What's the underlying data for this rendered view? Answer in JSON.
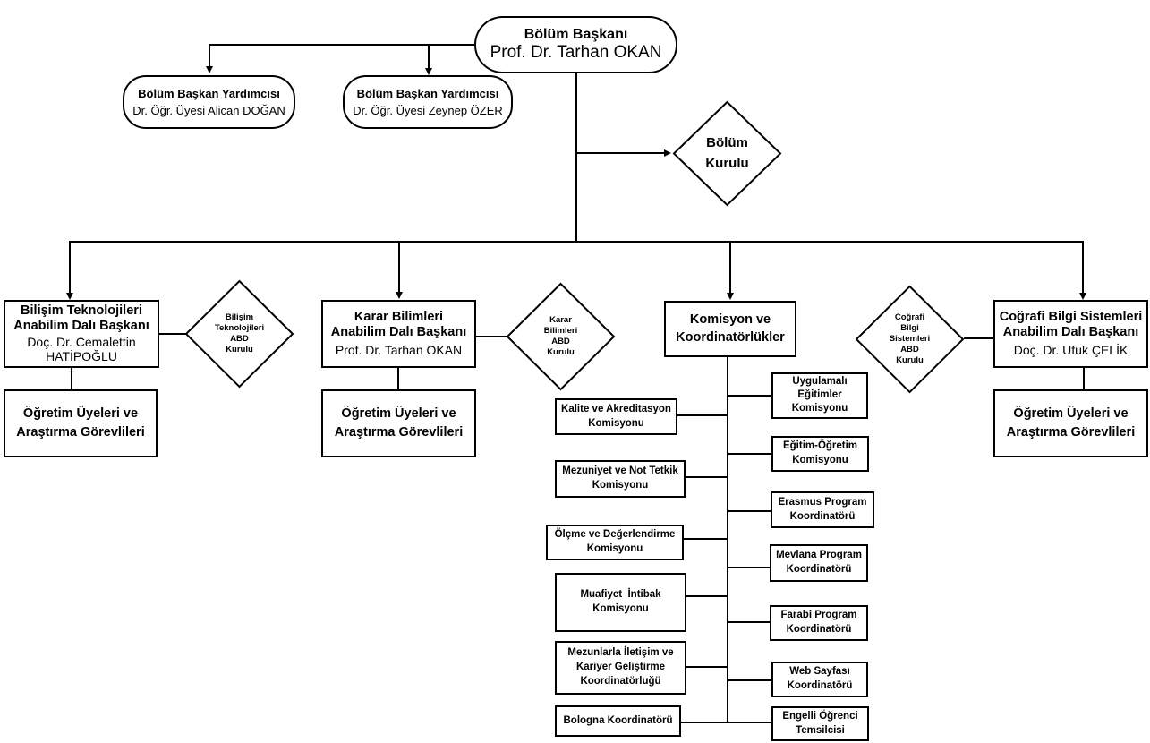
{
  "head": {
    "title": "Bölüm Başkanı",
    "name": "Prof. Dr. Tarhan OKAN"
  },
  "deputies": [
    {
      "title": "Bölüm Başkan Yardımcısı",
      "name": "Dr. Öğr. Üyesi Alican DOĞAN"
    },
    {
      "title": "Bölüm Başkan Yardımcısı",
      "name": "Dr. Öğr. Üyesi Zeynep ÖZER"
    }
  ],
  "council": {
    "line1": "Bölüm",
    "line2": "Kurulu"
  },
  "departments": {
    "bilisim": {
      "head_title_1": "Bilişim Teknolojileri",
      "head_title_2": "Anabilim Dalı Başkanı",
      "head_name_1": "Doç. Dr. Cemalettin",
      "head_name_2": "HATİPOĞLU",
      "council": [
        "Bilişim",
        "Teknolojileri",
        "ABD",
        "Kurulu"
      ],
      "staff_1": "Öğretim Üyeleri ve",
      "staff_2": "Araştırma Görevlileri"
    },
    "karar": {
      "head_title_1": "Karar Bilimleri",
      "head_title_2": "Anabilim Dalı Başkanı",
      "head_name": "Prof. Dr. Tarhan OKAN",
      "council": [
        "Karar",
        "Bilimleri",
        "ABD",
        "Kurulu"
      ],
      "staff_1": "Öğretim Üyeleri ve",
      "staff_2": "Araştırma Görevlileri"
    },
    "cbs": {
      "head_title_1": "Coğrafi Bilgi Sistemleri",
      "head_title_2": "Anabilim Dalı Başkanı",
      "head_name": "Doç. Dr. Ufuk ÇELİK",
      "council": [
        "Coğrafi",
        "Bilgi",
        "Sistemleri",
        "ABD",
        "Kurulu"
      ],
      "staff_1": "Öğretim Üyeleri ve",
      "staff_2": "Araştırma Görevlileri"
    }
  },
  "committees": {
    "title_1": "Komisyon ve",
    "title_2": "Koordinatörlükler",
    "left": [
      [
        "Kalite ve Akreditasyon",
        "Komisyonu"
      ],
      [
        "Mezuniyet ve Not Tetkik",
        "Komisyonu"
      ],
      [
        "Ölçme ve Değerlendirme",
        "Komisyonu"
      ],
      [
        "Muafiyet  İntibak",
        "Komisyonu"
      ],
      [
        "Mezunlarla İletişim ve",
        "Kariyer Geliştirme",
        "Koordinatörluğü"
      ],
      [
        "Bologna Koordinatörü"
      ]
    ],
    "right": [
      [
        "Uygulamalı",
        "Eğitimler",
        "Komisyonu"
      ],
      [
        "Eğitim-Öğretim",
        "Komisyonu"
      ],
      [
        "Erasmus Program",
        "Koordinatörü"
      ],
      [
        "Mevlana Program",
        "Koordinatörü"
      ],
      [
        "Farabi Program",
        "Koordinatörü"
      ],
      [
        "Web Sayfası",
        "Koordinatörü"
      ],
      [
        "Engelli Öğrenci",
        "Temsilcisi"
      ]
    ]
  }
}
